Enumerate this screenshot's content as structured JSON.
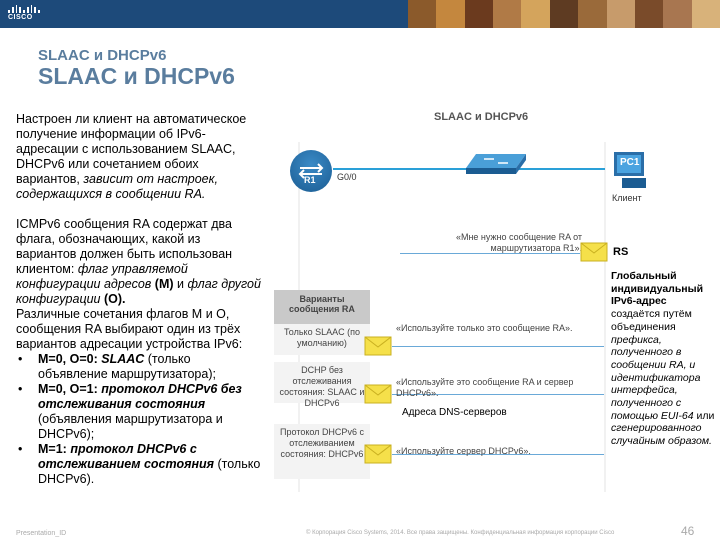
{
  "logo": {
    "text": "CISCO"
  },
  "header": {
    "subtitle": "SLAAC и DHCPv6",
    "title": "SLAAC и DHCPv6"
  },
  "left": {
    "p1_normal": "Настроен ли клиент на автоматическое получение информации об IPv6-адресации с использованием SLAAC, DHCPv6 или сочетанием обоих вариантов, ",
    "p1_italic": "зависит от настроек, содержащихся в сообщении RA.",
    "p2_a": "ICMPv6 сообщения RA содержат два флага, обозначающих, какой из вариантов должен быть использован клиентом: ",
    "p2_b": "флаг управляемой конфигурации адресов",
    "p2_c": " (M)",
    "p2_d": " и ",
    "p2_e": "флаг другой конфигурации",
    "p2_f": " (O).",
    "p3": "Различные сочетания флагов M и O, сообщения RA выбирают один из трёх вариантов адресации устройства IPv6:",
    "bullets": [
      {
        "bold": "M=0, O=0: ",
        "bold_italic": "SLAAC",
        "normal": " (только объявление маршрутизатора);"
      },
      {
        "bold": "M=0, O=1: ",
        "bold_italic": "протокол DHCPv6 без отслеживания состояния",
        "normal": " (объявления маршрутизатора и DHCPv6);"
      },
      {
        "bold": "M=1: ",
        "bold_italic": "протокол DHCPv6 с отслеживанием состояния",
        "normal": " (только DHCPv6)."
      }
    ]
  },
  "diagram": {
    "title": "SLAAC и DHCPv6",
    "router_label": "R1",
    "interface_label": "G0/0",
    "pc_label": "PC1",
    "client_label": "Клиент",
    "rs_request": "«Мне нужно сообщение RA от маршрутизатора R1».",
    "rs_label": "RS",
    "variants_title": "Варианты сообщения RA",
    "rows": [
      {
        "label": "Только SLAAC (по умолчанию)",
        "message": "«Используйте только это сообщение RA»."
      },
      {
        "label": "DCHP без отслеживания состояния: SLAAC и DHCPv6",
        "message": "«Используйте это сообщение RA и сервер DHCPv6»."
      },
      {
        "label": "Протокол DHCPv6 с отслеживанием состояния: DHCPv6",
        "message": "«Используйте сервер DHCPv6»."
      }
    ],
    "dns_label": "Адреса DNS-серверов"
  },
  "right": {
    "heading": "Глобальный индивидуальный IPv6-адрес",
    "body_normal": "создаётся путём объединения",
    "body_italic_1": "префикса, полученного в сообщении RA, и идентификатора интерфейса, полученного с помощью EUI-64",
    "body_normal_2": " или",
    "body_italic_2": "сгенерированного случайным образом."
  },
  "footer": {
    "left": "Presentation_ID",
    "middle": "© Корпорация Cisco Systems, 2014. Все права защищены. Конфиденциальная информация корпорации Cisco",
    "page": "46"
  },
  "colors": {
    "title": "#5a7d9e",
    "topbar": "#1d4a7a",
    "wire": "#2aa0d8",
    "router": "#1b5c92",
    "envelope": "#f5e04a"
  }
}
